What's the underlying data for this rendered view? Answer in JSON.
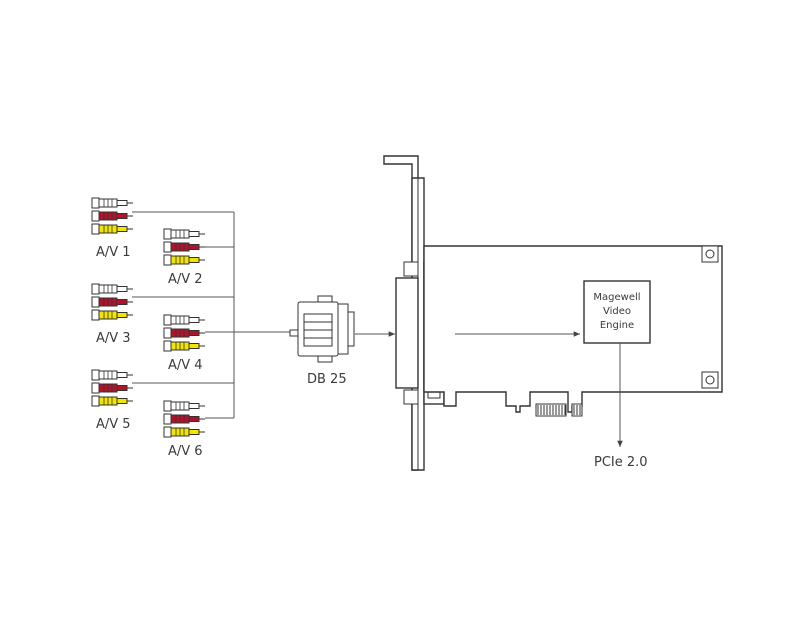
{
  "colors": {
    "white_plug": "#ffffff",
    "red_plug": "#b0142b",
    "yellow_plug": "#f2e600",
    "line": "#333333"
  },
  "av_groups": [
    {
      "label": "A/V 1"
    },
    {
      "label": "A/V 2"
    },
    {
      "label": "A/V 3"
    },
    {
      "label": "A/V 4"
    },
    {
      "label": "A/V 5"
    },
    {
      "label": "A/V 6"
    }
  ],
  "connector": {
    "label": "DB 25"
  },
  "engine": {
    "line1": "Magewell",
    "line2": "Video",
    "line3": "Engine"
  },
  "bus": {
    "label": "PCIe 2.0"
  }
}
